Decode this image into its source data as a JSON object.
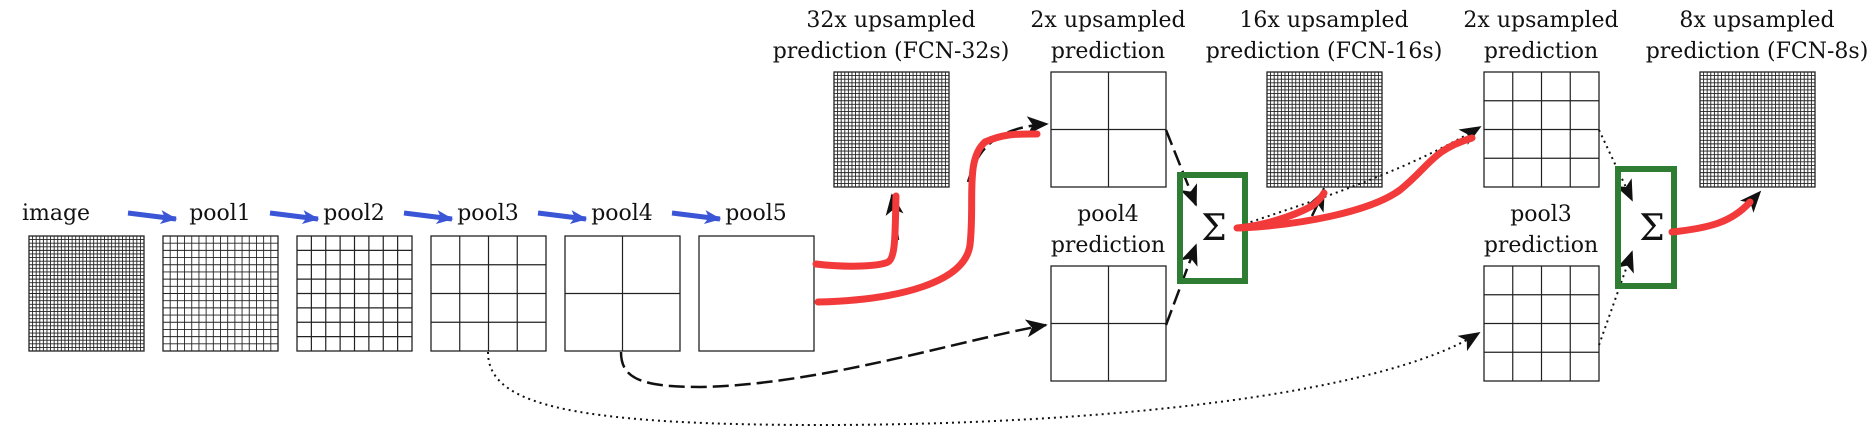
{
  "diagram": {
    "input_label": "image",
    "pool_labels": [
      "pool1",
      "pool2",
      "pool3",
      "pool4",
      "pool5"
    ],
    "fcn32": {
      "line1": "32x upsampled",
      "line2": "prediction (FCN-32s)"
    },
    "up2_a": {
      "line1": "2x upsampled",
      "line2": "prediction"
    },
    "fcn16": {
      "line1": "16x upsampled",
      "line2": "prediction (FCN-16s)"
    },
    "up2_b": {
      "line1": "2x upsampled",
      "line2": "prediction"
    },
    "fcn8": {
      "line1": "8x upsampled",
      "line2": "prediction (FCN-8s)"
    },
    "pool4_pred": {
      "line1": "pool4",
      "line2": "prediction"
    },
    "pool3_pred": {
      "line1": "pool3",
      "line2": "prediction"
    },
    "sum_symbol": "Σ",
    "grid_divisions": {
      "image": 32,
      "pool1": 16,
      "pool2": 8,
      "pool3": 4,
      "pool4": 2,
      "pool5": 1,
      "fcn32": 32,
      "up2_a": 2,
      "pool4_pred": 2,
      "fcn16": 32,
      "up2_b": 4,
      "pool3_pred": 4,
      "fcn8": 32
    },
    "colors": {
      "pool_arrow": "#3a55d6",
      "highlight_path": "#f23a3a",
      "sum_box": "#2e7d32",
      "grid_line": "#222222"
    }
  }
}
